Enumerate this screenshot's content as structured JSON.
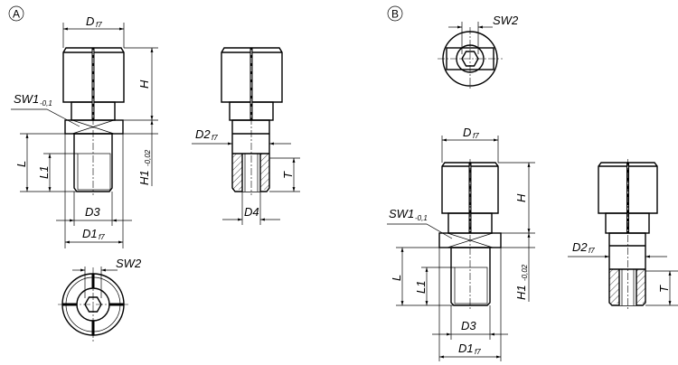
{
  "views": {
    "a": "A",
    "b": "B"
  },
  "labels": {
    "d": "D",
    "d_sub": "f7",
    "h": "H",
    "sw1": "SW1",
    "sw1_sub": "-0,1",
    "h1": "H1",
    "h1_sub": "-0,02",
    "l": "L",
    "l1": "L1",
    "d3": "D3",
    "d1": "D1",
    "d1_sub": "f7",
    "d2": "D2",
    "d2_sub": "f7",
    "t": "T",
    "d4": "D4",
    "sw2": "SW2"
  }
}
